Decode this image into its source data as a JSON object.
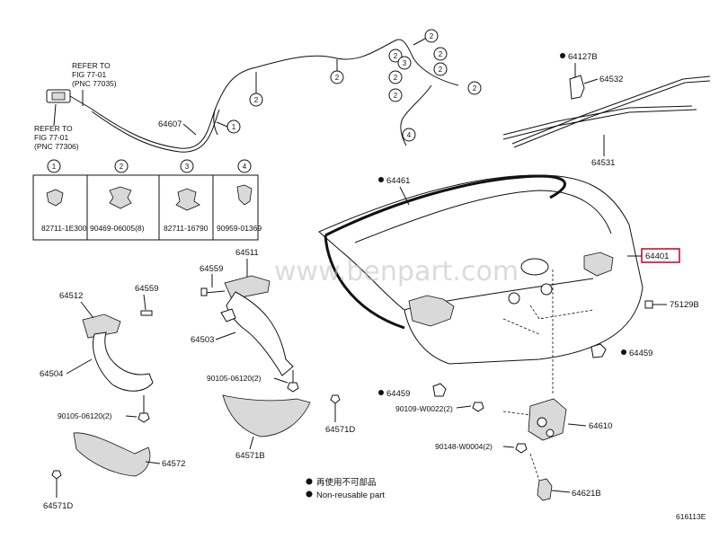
{
  "watermark": "www.benpart.com",
  "figure_id": "616113E",
  "refs": {
    "ref_a": {
      "l1": "REFER TO",
      "l2": "FIG 77-01",
      "l3": "(PNC 77035)"
    },
    "ref_b": {
      "l1": "REFER TO",
      "l2": "FIG 77-01",
      "l3": "(PNC 77306)"
    }
  },
  "callouts": {
    "cable": "64607",
    "seal": "64461",
    "lid": "64401",
    "rod_bracket": "64127B",
    "rod": "64532",
    "rod_b": "64531",
    "hinge_r_bolt": "64559",
    "hinge_r": "64511",
    "hinge_r_arm": "64503",
    "hinge_r_bolt2": "90105-06120(2)",
    "hinge_r_cover": "64571B",
    "clip_r": "64571D",
    "hinge_l": "64512",
    "hinge_l_bolt": "64559",
    "hinge_l_arm": "64504",
    "hinge_l_bolt2": "90105-06120(2)",
    "hinge_l_cover": "64572",
    "clip_l": "64571D",
    "bumper": "75129B",
    "stopper_r": "64459",
    "stopper_l": "64459",
    "lock_bolt": "90109-W0022(2)",
    "lock": "64610",
    "striker_bolt": "90148-W0004(2)",
    "striker": "64621B"
  },
  "clip_table": [
    {
      "index": "1",
      "part": "82711-1E300"
    },
    {
      "index": "2",
      "part": "90469-06005(8)"
    },
    {
      "index": "3",
      "part": "82711-16790"
    },
    {
      "index": "4",
      "part": "90959-01369"
    }
  ],
  "cable_clip_markers": [
    "2",
    "2",
    "2",
    "2",
    "3",
    "2",
    "2",
    "2",
    "2",
    "1",
    "4"
  ],
  "legend": {
    "reuse_jp": "再使用不可部品",
    "reuse_en": "Non-reusable part"
  },
  "colors": {
    "highlight": "#c8102e",
    "watermark": "#bdbdbd"
  }
}
